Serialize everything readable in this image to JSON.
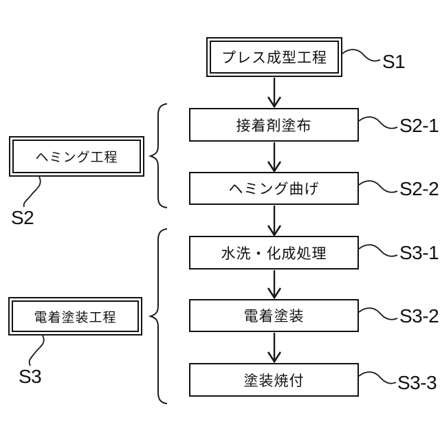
{
  "colors": {
    "background": "#ffffff",
    "line": "#1a1a1a",
    "text": "#111111"
  },
  "top_box": {
    "label": "プレス成型工程",
    "step": "S1"
  },
  "flow_boxes": [
    {
      "label": "接着剤塗布",
      "step": "S2-1"
    },
    {
      "label": "ヘミング曲げ",
      "step": "S2-2"
    },
    {
      "label": "水洗・化成処理",
      "step": "S3-1"
    },
    {
      "label": "電着塗装",
      "step": "S3-2"
    },
    {
      "label": "塗装焼付",
      "step": "S3-3"
    }
  ],
  "group_boxes": [
    {
      "label": "ヘミング工程",
      "step": "S2"
    },
    {
      "label": "電着塗装工程",
      "step": "S3"
    }
  ]
}
